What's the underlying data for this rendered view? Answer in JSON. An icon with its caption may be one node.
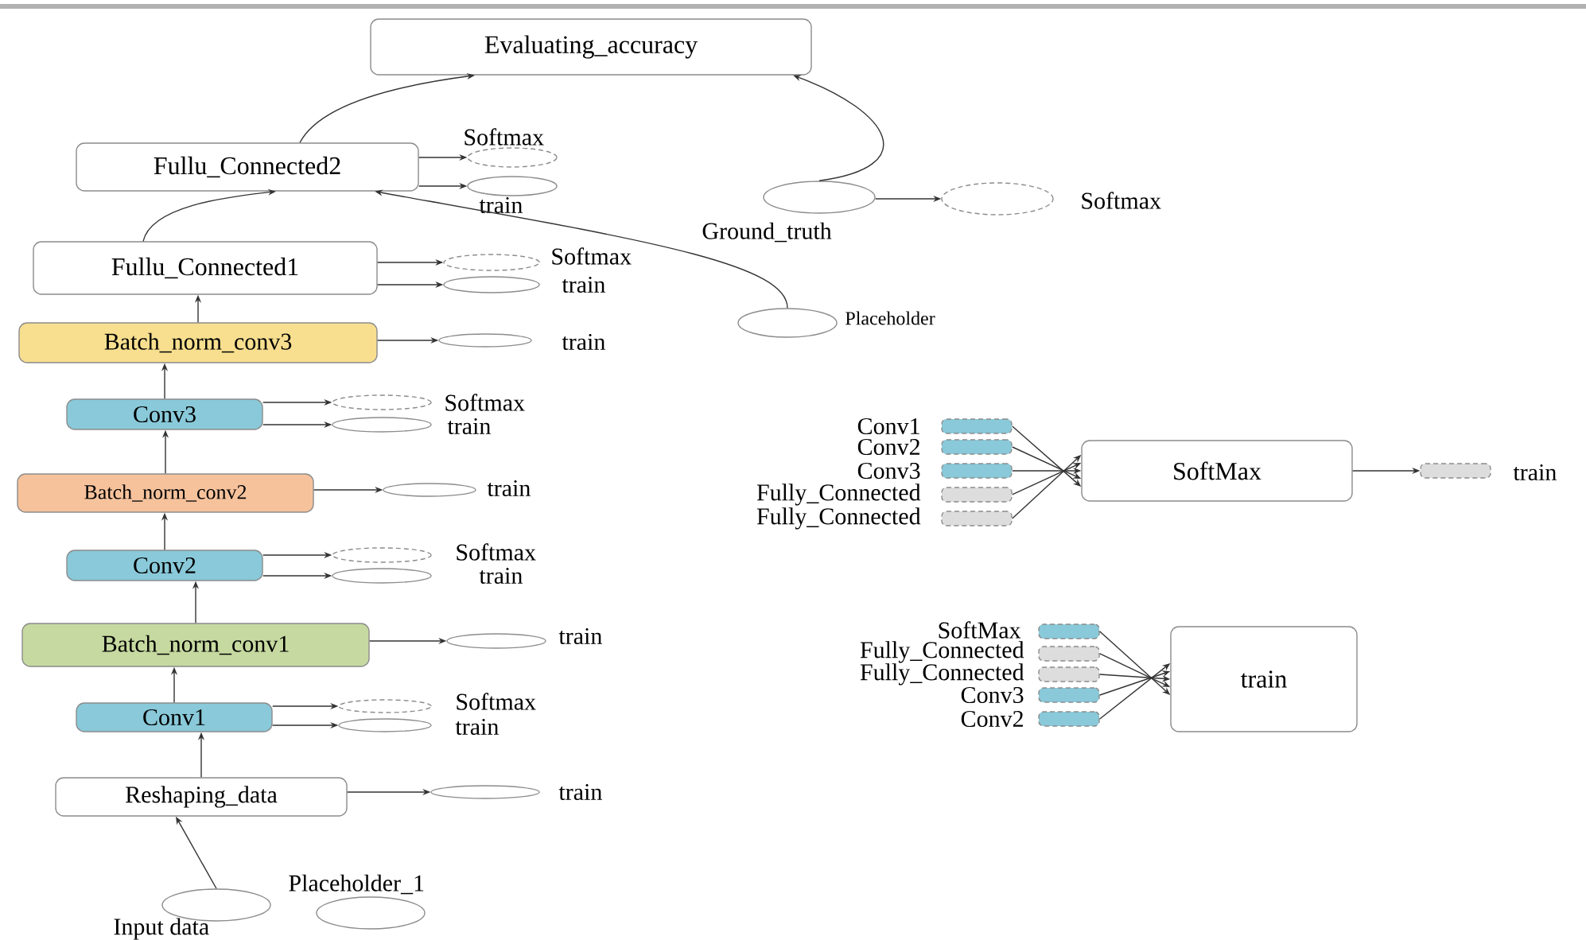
{
  "diagram": {
    "nodes": [
      {
        "text": [
          "Evaluating_accuracy"
        ]
      },
      {
        "text": [
          "Fullu_Connected2"
        ]
      },
      {
        "text": [],
        "shape": "ellipse",
        "beside": [
          "Softmax"
        ]
      },
      {
        "text": [],
        "shape": "ellipse",
        "beside": [
          "train"
        ]
      },
      {
        "text": [],
        "shape": "ellipse",
        "beside": [
          "Ground_truth"
        ]
      },
      {
        "text": [],
        "shape": "ellipse",
        "beside": [
          "Softmax"
        ]
      },
      {
        "text": [
          "Fullu_Connected1"
        ]
      },
      {
        "text": [],
        "shape": "ellipse",
        "beside": [
          "Softmax"
        ]
      },
      {
        "text": [],
        "shape": "ellipse",
        "beside": [
          "train"
        ]
      },
      {
        "text": [],
        "shape": "ellipse",
        "beside": [
          "Placeholder"
        ]
      },
      {
        "text": [
          "Batch_norm_conv3"
        ]
      },
      {
        "text": [],
        "shape": "ellipse",
        "beside": [
          "train"
        ]
      },
      {
        "text": [
          "Conv3"
        ]
      },
      {
        "text": [],
        "shape": "ellipse",
        "beside": [
          "Softmax"
        ]
      },
      {
        "text": [],
        "shape": "ellipse",
        "beside": [
          "train"
        ]
      },
      {
        "text": [
          "Batch_norm_conv2"
        ]
      },
      {
        "text": [],
        "shape": "ellipse",
        "beside": [
          "train"
        ]
      },
      {
        "text": [
          "Conv2"
        ]
      },
      {
        "text": [],
        "shape": "ellipse",
        "beside": [
          "Softmax"
        ]
      },
      {
        "text": [],
        "shape": "ellipse",
        "beside": [
          "train"
        ]
      },
      {
        "text": [
          "Batch_norm_conv1"
        ]
      },
      {
        "text": [],
        "shape": "ellipse",
        "beside": [
          "train"
        ]
      },
      {
        "text": [
          "Conv1"
        ]
      },
      {
        "text": [],
        "shape": "ellipse",
        "beside": [
          "Softmax"
        ]
      },
      {
        "text": [],
        "shape": "ellipse",
        "beside": [
          "train"
        ]
      },
      {
        "text": [
          "Reshaping_data"
        ]
      },
      {
        "text": [],
        "shape": "ellipse",
        "beside": [
          "train"
        ]
      },
      {
        "text": [],
        "shape": "ellipse",
        "beside": [
          "Input data"
        ]
      },
      {
        "text": [],
        "shape": "ellipse",
        "beside": [
          "Placeholder_1"
        ]
      },
      {
        "text": [
          "SoftMax"
        ]
      },
      {
        "text": [],
        "shape": "box",
        "beside": [
          "Conv1"
        ]
      },
      {
        "text": [],
        "shape": "box",
        "beside": [
          "Conv2"
        ]
      },
      {
        "text": [],
        "shape": "box",
        "beside": [
          "Conv3"
        ]
      },
      {
        "text": [],
        "shape": "box",
        "beside": [
          "Fully_Connected"
        ]
      },
      {
        "text": [],
        "shape": "box",
        "beside": [
          "Fully_Connected"
        ]
      },
      {
        "text": [],
        "shape": "box",
        "beside": [
          "train"
        ]
      },
      {
        "text": [
          "train"
        ]
      },
      {
        "text": [],
        "shape": "box",
        "beside": [
          "SoftMax"
        ]
      },
      {
        "text": [],
        "shape": "box",
        "beside": [
          "Fully_Connected"
        ]
      },
      {
        "text": [],
        "shape": "box",
        "beside": [
          "Fully_Connected"
        ]
      },
      {
        "text": [],
        "shape": "box",
        "beside": [
          "Conv3"
        ]
      },
      {
        "text": [],
        "shape": "box",
        "beside": [
          "Conv2"
        ]
      }
    ],
    "edges": [
      {
        "from": 1,
        "to": 0,
        "arrow": "to"
      },
      {
        "from": 4,
        "to": 0,
        "arrow": "to"
      },
      {
        "from": 1,
        "to": 2,
        "arrow": "to"
      },
      {
        "from": 1,
        "to": 3,
        "arrow": "to"
      },
      {
        "from": 4,
        "to": 5,
        "arrow": "to"
      },
      {
        "from": 6,
        "to": 1,
        "arrow": "to"
      },
      {
        "from": 9,
        "to": 1,
        "arrow": "to"
      },
      {
        "from": 6,
        "to": 7,
        "arrow": "to"
      },
      {
        "from": 6,
        "to": 8,
        "arrow": "to"
      },
      {
        "from": 10,
        "to": 6,
        "arrow": "to"
      },
      {
        "from": 10,
        "to": 11,
        "arrow": "to"
      },
      {
        "from": 12,
        "to": 10,
        "arrow": "to"
      },
      {
        "from": 12,
        "to": 13,
        "arrow": "to"
      },
      {
        "from": 12,
        "to": 14,
        "arrow": "to"
      },
      {
        "from": 15,
        "to": 12,
        "arrow": "to"
      },
      {
        "from": 15,
        "to": 16,
        "arrow": "to"
      },
      {
        "from": 17,
        "to": 15,
        "arrow": "to"
      },
      {
        "from": 17,
        "to": 18,
        "arrow": "to"
      },
      {
        "from": 17,
        "to": 19,
        "arrow": "to"
      },
      {
        "from": 20,
        "to": 17,
        "arrow": "to"
      },
      {
        "from": 20,
        "to": 21,
        "arrow": "to"
      },
      {
        "from": 22,
        "to": 20,
        "arrow": "to"
      },
      {
        "from": 22,
        "to": 23,
        "arrow": "to"
      },
      {
        "from": 22,
        "to": 24,
        "arrow": "to"
      },
      {
        "from": 25,
        "to": 22,
        "arrow": "to"
      },
      {
        "from": 25,
        "to": 26,
        "arrow": "to"
      },
      {
        "from": 27,
        "to": 25,
        "arrow": "to"
      },
      {
        "from": 30,
        "to": 29,
        "arrow": "to"
      },
      {
        "from": 31,
        "to": 29,
        "arrow": "to"
      },
      {
        "from": 32,
        "to": 29,
        "arrow": "to"
      },
      {
        "from": 33,
        "to": 29,
        "arrow": "to"
      },
      {
        "from": 34,
        "to": 29,
        "arrow": "to"
      },
      {
        "from": 29,
        "to": 35,
        "arrow": "to"
      },
      {
        "from": 37,
        "to": 36,
        "arrow": "to"
      },
      {
        "from": 38,
        "to": 36,
        "arrow": "to"
      },
      {
        "from": 39,
        "to": 36,
        "arrow": "to"
      },
      {
        "from": 40,
        "to": 36,
        "arrow": "to"
      },
      {
        "from": 41,
        "to": 36,
        "arrow": "to"
      }
    ]
  }
}
